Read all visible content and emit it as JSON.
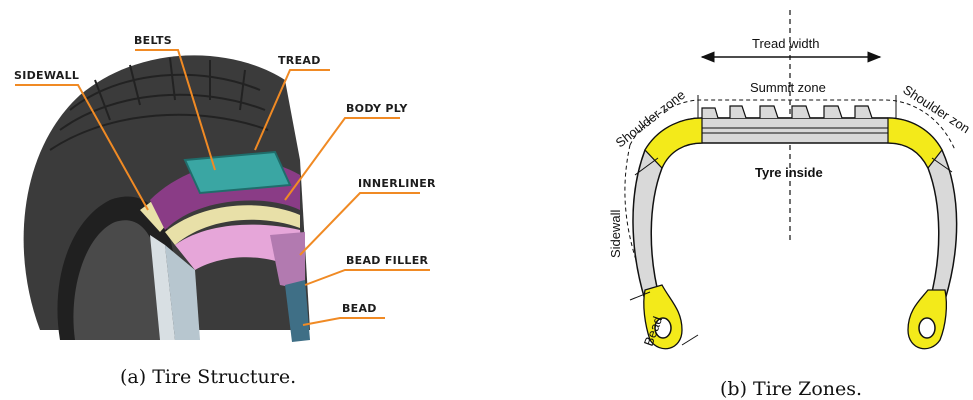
{
  "panel_a": {
    "labels": {
      "sidewall": "SIDEWALL",
      "belts": "BELTS",
      "tread": "TREAD",
      "body_ply": "BODY PLY",
      "innerliner": "INNERLINER",
      "bead_filler": "BEAD FILLER",
      "bead": "BEAD"
    },
    "caption": "(a) Tire Structure."
  },
  "panel_b": {
    "labels": {
      "tread_width": "Tread width",
      "summit_zone": "Summit zone",
      "shoulder_zone_left": "Shoulder zone",
      "shoulder_zone_right": "Shoulder zon",
      "tyre_inside": "Tyre inside",
      "sidewall": "Sidewall",
      "bead": "Bead"
    },
    "caption": "(b) Tire Zones."
  },
  "colors": {
    "leader_line": "#f08a24",
    "tread_rubber": "#3b3b3b",
    "body_ply": "#8a3c86",
    "belts": "#3aa6a3",
    "innerliner": "#e6a6d9",
    "bead_filler": "#e8e0a8",
    "bead": "#3f6f86",
    "zone_highlight": "#f3ea1a"
  }
}
